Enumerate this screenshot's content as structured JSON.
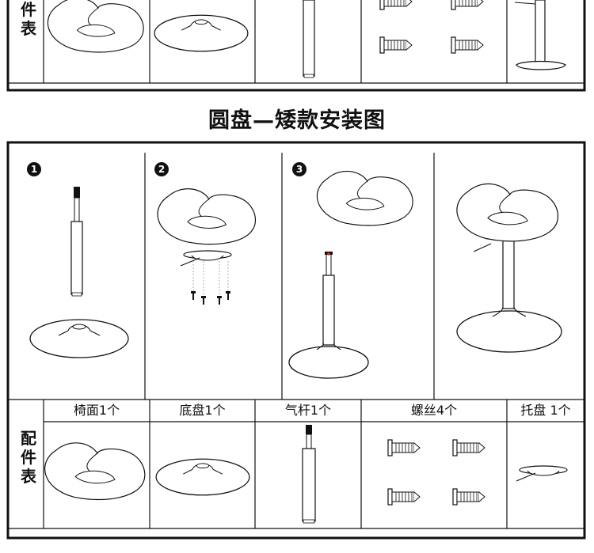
{
  "top_section": {
    "side_label": [
      "件",
      "表"
    ]
  },
  "title": "圆盘—矮款安装图",
  "steps": [
    "1",
    "2",
    "3"
  ],
  "parts_table": {
    "side_label": [
      "配",
      "件",
      "表"
    ],
    "headers": [
      "椅面1个",
      "底盘1个",
      "气杆1个",
      "螺丝4个",
      "托盘 1个"
    ]
  },
  "colors": {
    "line": "#111111",
    "background": "#ffffff"
  },
  "icons": [
    "seat-icon",
    "base-icon",
    "gas-lift-icon",
    "screw-icon",
    "tray-icon",
    "assembled-stool-icon"
  ]
}
